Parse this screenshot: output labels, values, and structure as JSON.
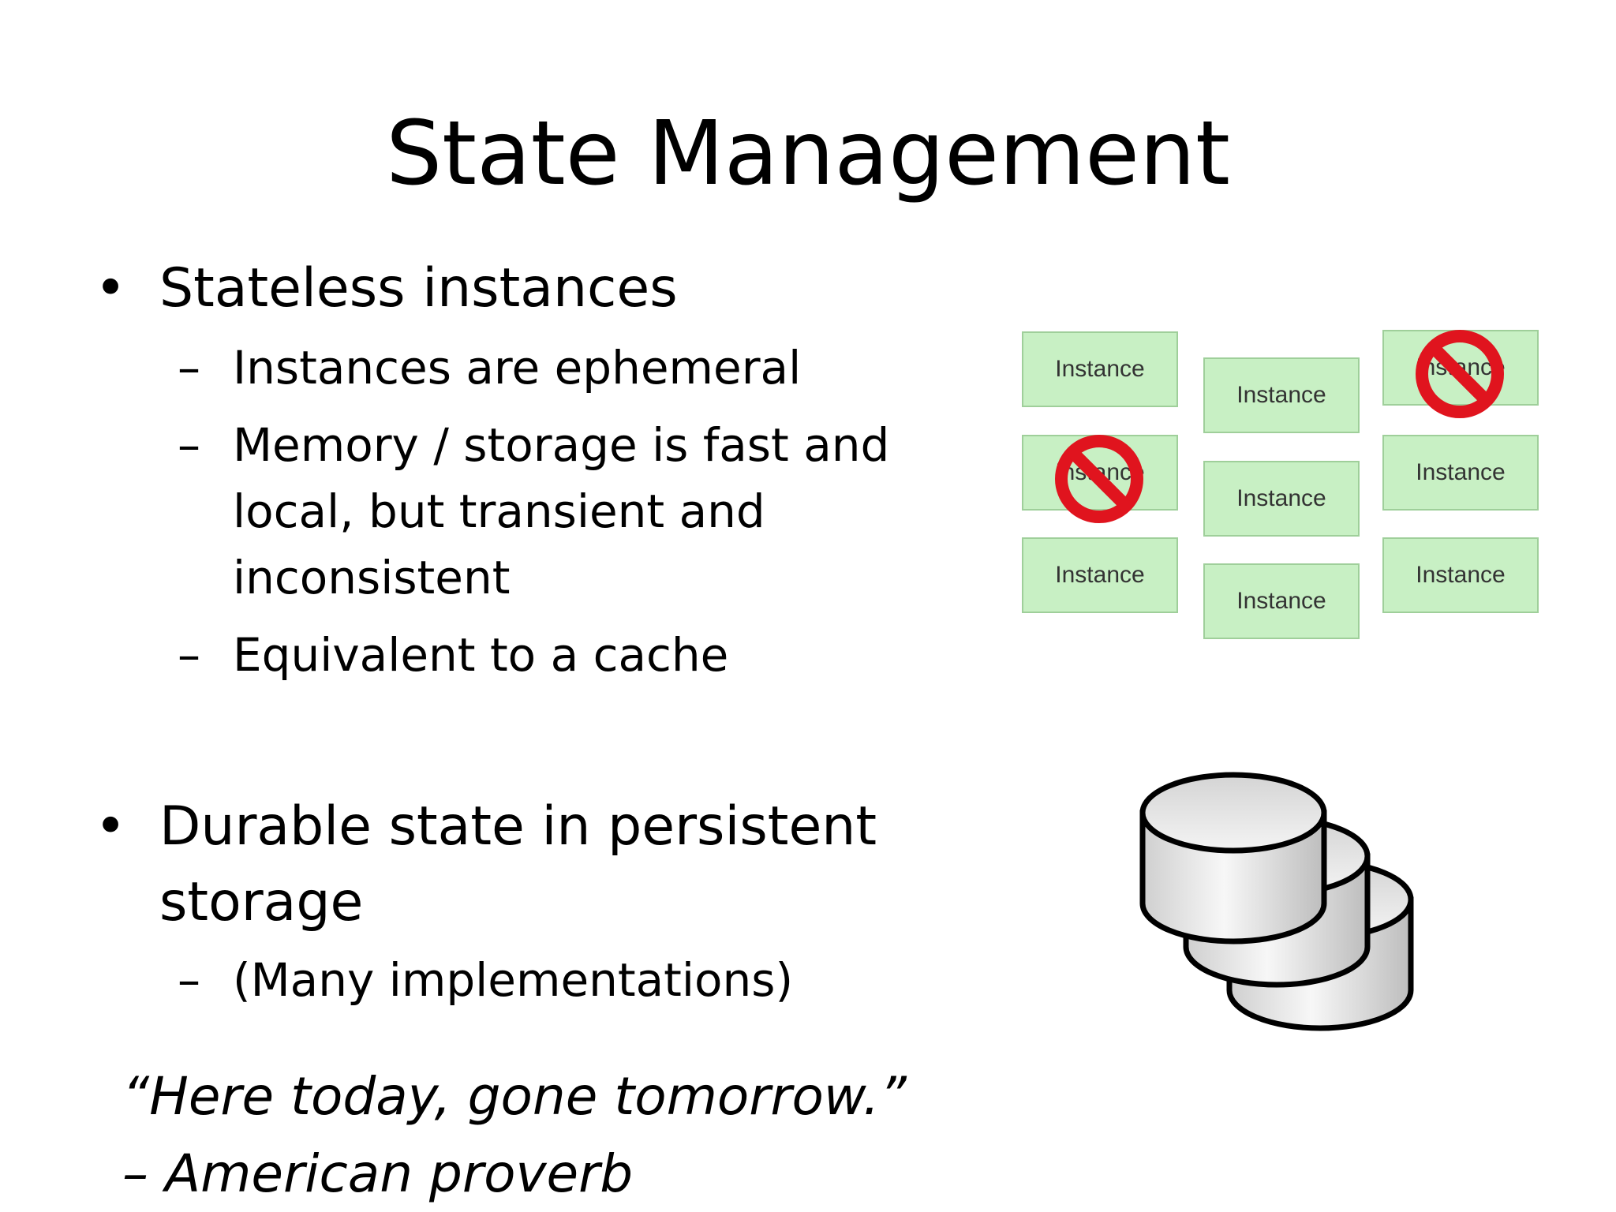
{
  "slide": {
    "title": "State Management",
    "bullets": [
      {
        "marker": "•",
        "text": "Stateless instances",
        "sub": [
          {
            "marker": "–",
            "text": "Instances are ephemeral"
          },
          {
            "marker": "–",
            "text": "Memory / storage is fast and local, but transient and inconsistent"
          },
          {
            "marker": "–",
            "text": "Equivalent to a cache"
          }
        ]
      },
      {
        "marker": "•",
        "text": "Durable state in persistent storage",
        "sub": [
          {
            "marker": "–",
            "text": "(Many implementations)"
          }
        ]
      }
    ],
    "quote": {
      "line1": "“Here today, gone tomorrow.”",
      "line2": "– American proverb"
    }
  },
  "diagram": {
    "box_label": "Instance",
    "box_color": "#c8f0c4",
    "prohibited_icon": "no-entry-icon",
    "prohibited_color": "#e0141e",
    "storage_icon": "database-stack-icon"
  }
}
